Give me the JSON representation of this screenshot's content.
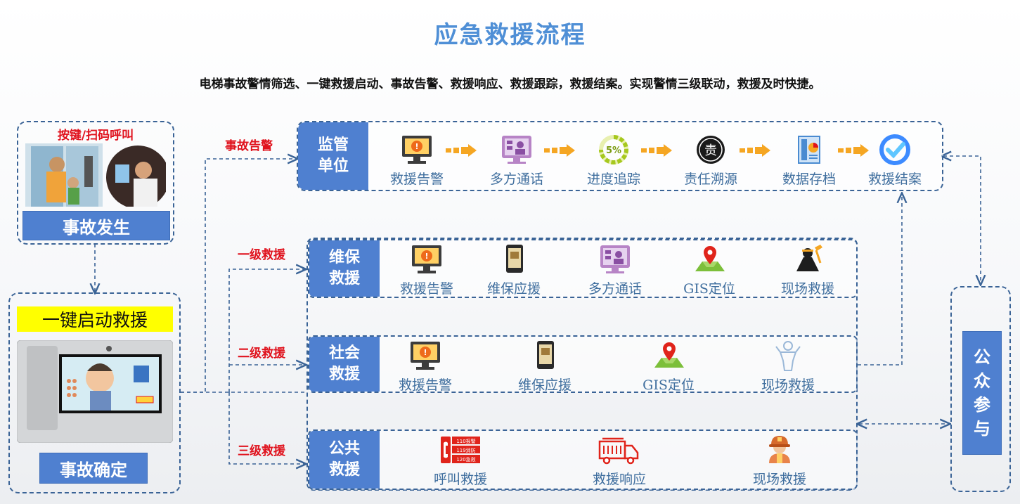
{
  "title": "应急救援流程",
  "subtitle": "电梯事故警情筛选、一键救援启动、事故告警、救援响应、救援跟踪，救援结案。实现警情三级联动，救援及时快捷。",
  "left": {
    "call_label": "按键/扫码呼叫",
    "accident_occur": "事故发生",
    "one_key": "一键启动救援",
    "accident_confirm": "事故确定"
  },
  "levels": {
    "alarm": "事故告警",
    "l1": "一级救援",
    "l2": "二级救援",
    "l3": "三级救援"
  },
  "supervision": {
    "label": "监管\n单位",
    "steps": [
      "救援告警",
      "多方通话",
      "进度追踪",
      "责任溯源",
      "数据存档",
      "救援结案"
    ],
    "progress_badge": "5%",
    "responsibility_badge": "责"
  },
  "maint": {
    "label": "维保\n救援",
    "steps": [
      "救援告警",
      "维保应援",
      "多方通话",
      "GIS定位",
      "现场救援"
    ]
  },
  "social": {
    "label": "社会\n救援",
    "steps": [
      "救援告警",
      "维保应援",
      "GIS定位",
      "现场救援"
    ]
  },
  "public_rescue": {
    "label": "公共\n救援",
    "steps": [
      "呼叫救援",
      "救援响应",
      "现场救援"
    ],
    "hotlines": [
      "110报警",
      "119消防",
      "120急救"
    ]
  },
  "public_participation": "公\n众\n参\n与",
  "colors": {
    "title": "#4f8fd6",
    "label_bg": "#4f80d0",
    "dashed": "#3a6396",
    "level_red": "#e0121d",
    "step_text": "#3f6e9e",
    "yellow": "#ffff00"
  }
}
